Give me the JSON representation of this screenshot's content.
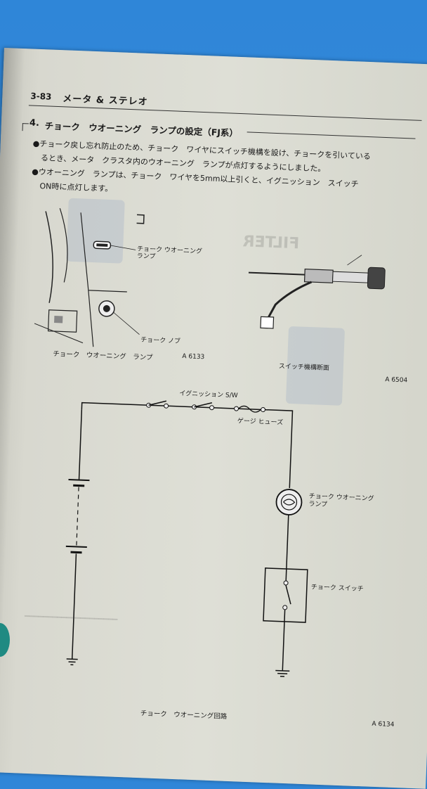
{
  "header": {
    "page_number": "3-83",
    "chapter_title": "メータ & ステレオ"
  },
  "section": {
    "number": "4.",
    "title": "チョーク　ウオーニング　ランプの設定（FJ系）"
  },
  "bullets": [
    {
      "line1": "●チョーク戻し忘れ防止のため、チョーク　ワイヤにスイッチ機構を設け、チョークを引いている",
      "line2": "るとき、メータ　クラスタ内のウオーニング　ランプが点灯するようにしました。"
    },
    {
      "line1": "●ウオーニング　ランプは、チョーク　ワイヤを5mm以上引くと、イグニッション　スイッチ",
      "line2": "ON時に点灯します。"
    }
  ],
  "figure_left": {
    "callout_lamp": "チョーク ウオーニング\nランプ",
    "callout_knob": "チョーク ノブ",
    "caption": "チョーク　ウオーニング　ランプ",
    "figure_id": "A 6133"
  },
  "figure_right": {
    "bleed_text": "FILTER",
    "caption": "スイッチ機構断面",
    "figure_id": "A 6504"
  },
  "circuit": {
    "ignition_label": "イグニッション S/W",
    "fuse_label": "ゲージ ヒューズ",
    "lamp_label": "チョーク ウオーニング\nランプ",
    "switch_label": "チョーク スイッチ",
    "caption": "チョーク　ウオーニング回路",
    "figure_id": "A 6134"
  }
}
